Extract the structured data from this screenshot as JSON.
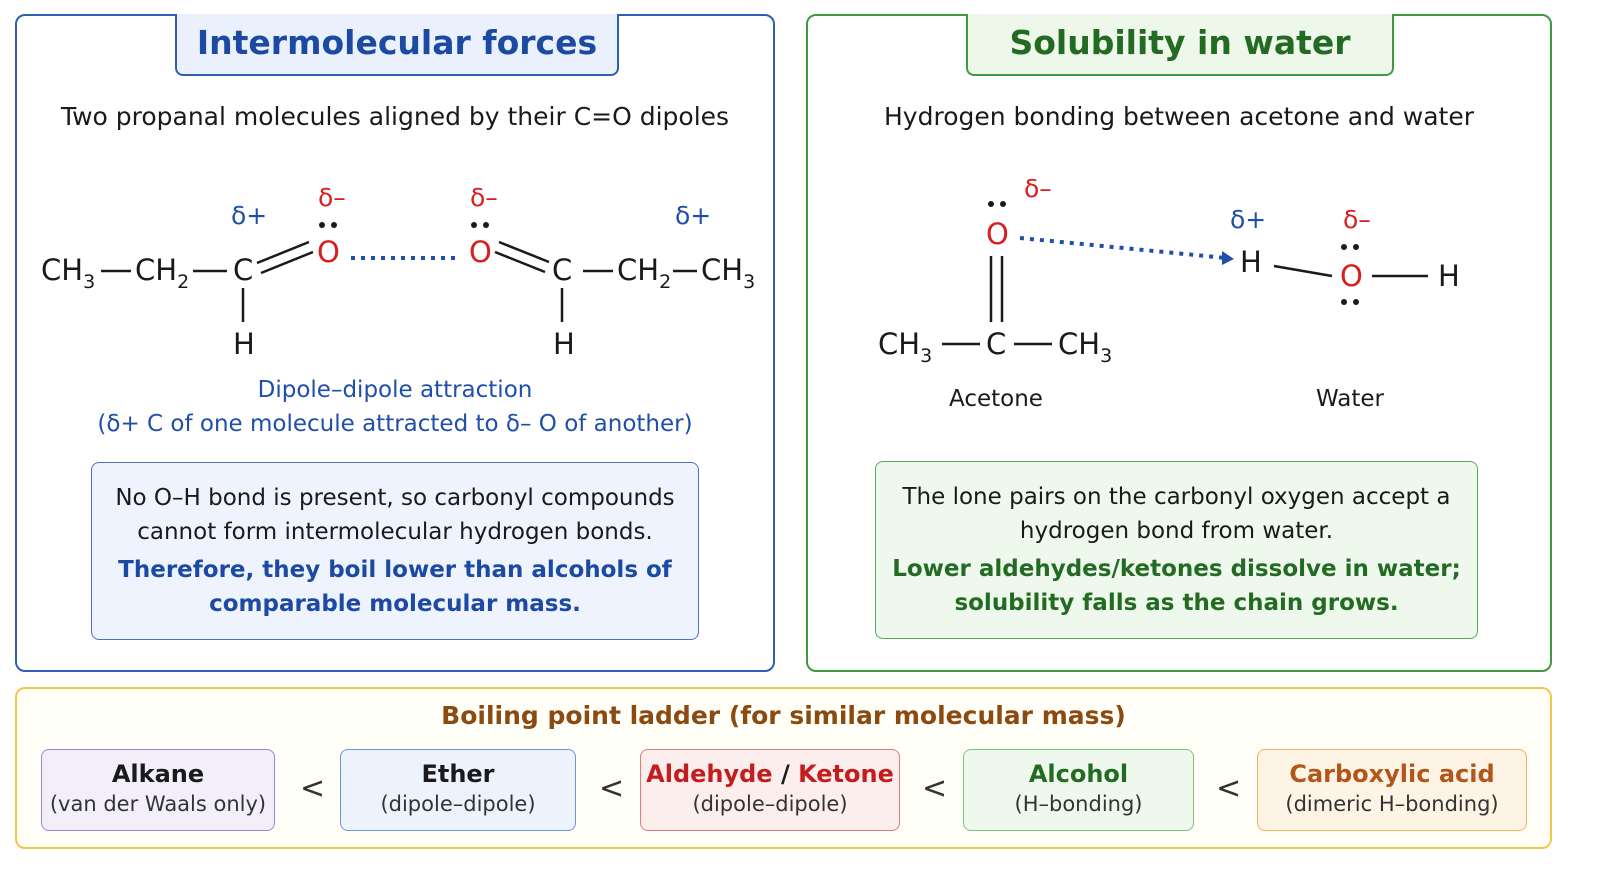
{
  "left_panel": {
    "title": "Intermolecular forces",
    "subtitle": "Two propanal molecules aligned by their C=O dipoles",
    "caption_line1": "Dipole–dipole attraction",
    "caption_line2": "(δ+ C of one molecule attracted to δ– O of another)",
    "note_plain_line1": "No O–H bond is present, so carbonyl compounds",
    "note_plain_line2": "cannot form intermolecular hydrogen bonds.",
    "note_bold_line1": "Therefore, they boil lower than alcohols of",
    "note_bold_line2": "comparable molecular mass.",
    "molecule_labels": {
      "ch3": "CH",
      "ch2": "CH",
      "sub3": "3",
      "sub2": "2",
      "c": "C",
      "o": "O",
      "h": "H",
      "delta_plus": "δ+",
      "delta_minus": "δ–"
    }
  },
  "right_panel": {
    "title": "Solubility in water",
    "subtitle": "Hydrogen bonding between acetone and water",
    "acetone_label": "Acetone",
    "water_label": "Water",
    "note_plain_line1": "The lone pairs on the carbonyl oxygen accept a",
    "note_plain_line2": "hydrogen bond from water.",
    "note_bold_line1": "Lower aldehydes/ketones dissolve in water;",
    "note_bold_line2": "solubility falls as the chain grows."
  },
  "ladder": {
    "title": "Boiling point ladder (for similar molecular mass)",
    "less_than": "<",
    "rungs": [
      {
        "name": "Alkane",
        "desc": "(van der Waals only)"
      },
      {
        "name": "Ether",
        "desc": "(dipole–dipole)"
      },
      {
        "name_a": "Aldehyde",
        "name_sep": " / ",
        "name_b": "Ketone",
        "desc": "(dipole–dipole)"
      },
      {
        "name": "Alcohol",
        "desc": "(H–bonding)"
      },
      {
        "name": "Carboxylic acid",
        "desc": "(dimeric H–bonding)"
      }
    ]
  },
  "colors": {
    "blue": "#2f5fb3",
    "green": "#3f9a3f",
    "red": "#d81e1e",
    "orange": "#f0c84a",
    "delta_plus": "#1f4fa8"
  }
}
